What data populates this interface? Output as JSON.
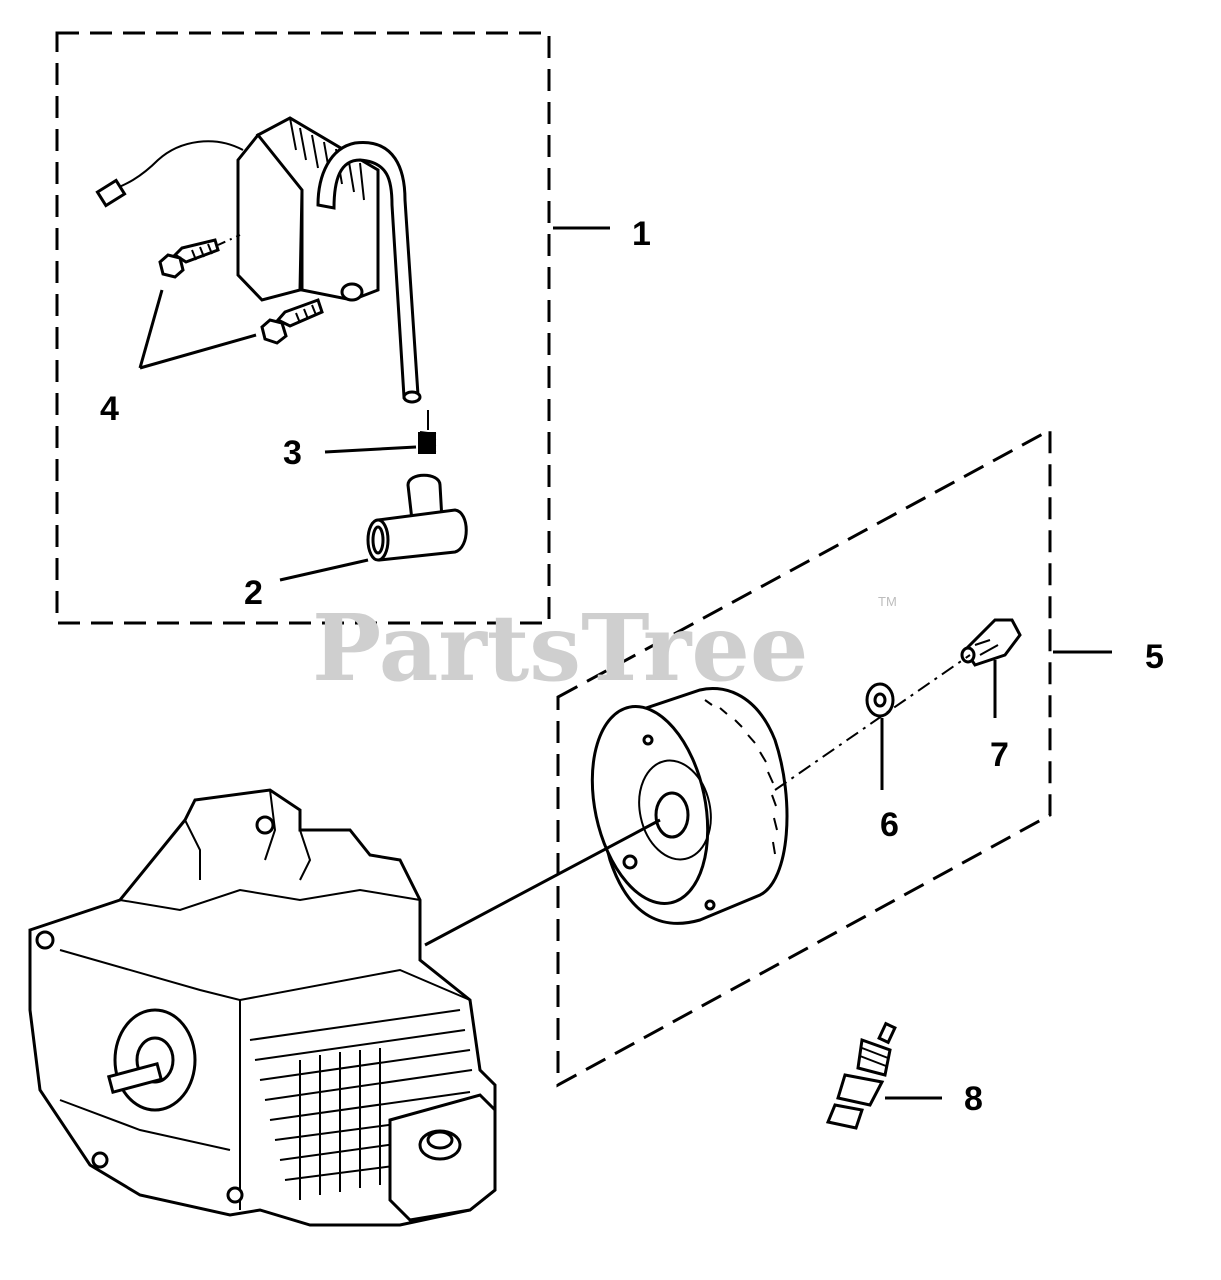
{
  "watermark": {
    "text": "PartsTree",
    "trademark": "TM"
  },
  "callouts": [
    {
      "id": "1",
      "label": "1"
    },
    {
      "id": "2",
      "label": "2"
    },
    {
      "id": "3",
      "label": "3"
    },
    {
      "id": "4",
      "label": "4"
    },
    {
      "id": "5",
      "label": "5"
    },
    {
      "id": "6",
      "label": "6"
    },
    {
      "id": "7",
      "label": "7"
    },
    {
      "id": "8",
      "label": "8"
    }
  ],
  "colors": {
    "line": "#000000",
    "watermark": "#cfcfcf",
    "background": "#ffffff"
  }
}
